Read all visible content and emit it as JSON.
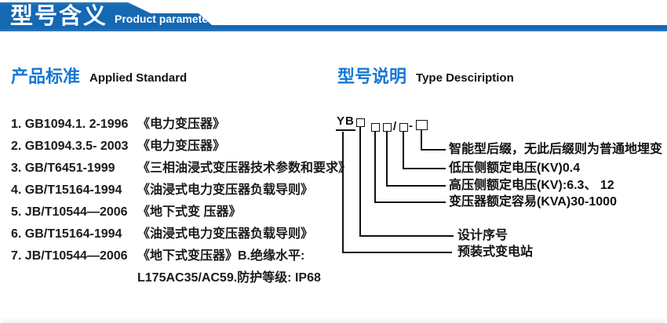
{
  "header": {
    "title_zh": "型号含义",
    "title_en": "Product parameters"
  },
  "left_section": {
    "heading_zh": "产品标准",
    "heading_en": "Applied Standard",
    "items": [
      {
        "code": "1. GB1094.1. 2-1996",
        "title": "《电力变压器》"
      },
      {
        "code": "2. GB1094.3.5- 2003",
        "title": "《电力变压器》"
      },
      {
        "code": "3. GB/T6451-1999",
        "title": "《三相油浸式变压器技术参数和要求》"
      },
      {
        "code": "4. GB/T15164-1994",
        "title": "《油浸式电力变压器负载导则》"
      },
      {
        "code": "5. JB/T10544—2006",
        "title": "《地下式变 压器》"
      },
      {
        "code": "6. GB/T15164-1994",
        "title": "《油浸式电力变压器负载导则》"
      },
      {
        "code": "7. JB/T10544—2006",
        "title": "《地下式变压器》B.绝缘水平:"
      },
      {
        "code": "",
        "title": "L175AC35/AC59.防护等级: IP68"
      }
    ]
  },
  "right_section": {
    "heading_zh": "型号说明",
    "heading_en": "Type Desciription",
    "model": {
      "prefix": "YB",
      "slash": "/",
      "dash": "-"
    },
    "labels": [
      "智能型后缀，无此后缀则为普通地埋变",
      "低压侧额定电压(KV)0.4",
      "高压侧额定电压(KV):6.3、 12",
      "变压器额定容易(KVA)30-1000",
      "设计序号",
      "预装式变电站"
    ]
  },
  "colors": {
    "header_blue": "#1568b2",
    "accent_blue": "#1677d4",
    "text_dark": "#111111"
  }
}
